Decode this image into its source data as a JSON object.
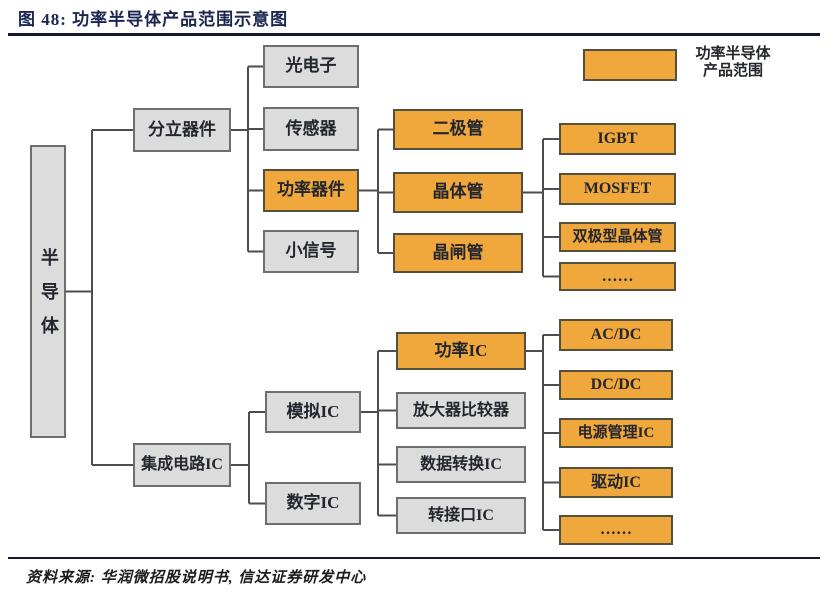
{
  "figure": {
    "title": "图 48: 功率半导体产品范围示意图",
    "source": "资料来源: 华润微招股说明书, 信达证券研发中心"
  },
  "legend": {
    "line1": "功率半导体",
    "line2": "产品范围"
  },
  "colors": {
    "highlight_fill": "#F0A83C",
    "highlight_border": "#54503E",
    "plain_fill": "#DCDCDC",
    "plain_border": "#6E6E6E",
    "connector": "#4D4D4D",
    "title": "#1B2550",
    "rule": "#14192E"
  },
  "nodes": {
    "semiconductor": {
      "label": "半导体",
      "highlighted": false
    },
    "discrete_devices": {
      "label": "分立器件",
      "highlighted": false
    },
    "integrated_circuit": {
      "label": "集成电路IC",
      "highlighted": false
    },
    "optoelectronics": {
      "label": "光电子",
      "highlighted": false
    },
    "sensor": {
      "label": "传感器",
      "highlighted": false
    },
    "power_devices": {
      "label": "功率器件",
      "highlighted": true
    },
    "small_signal": {
      "label": "小信号",
      "highlighted": false
    },
    "diode": {
      "label": "二极管",
      "highlighted": true
    },
    "transistor": {
      "label": "晶体管",
      "highlighted": true
    },
    "thyristor": {
      "label": "晶闸管",
      "highlighted": true
    },
    "igbt": {
      "label": "IGBT",
      "highlighted": true
    },
    "mosfet": {
      "label": "MOSFET",
      "highlighted": true
    },
    "bipolar_transistor": {
      "label": "双极型晶体管",
      "highlighted": true
    },
    "discrete_more": {
      "label": "……",
      "highlighted": true
    },
    "analog_ic": {
      "label": "模拟IC",
      "highlighted": false
    },
    "digital_ic": {
      "label": "数字IC",
      "highlighted": false
    },
    "power_ic": {
      "label": "功率IC",
      "highlighted": true
    },
    "amp_comparator": {
      "label": "放大器比较器",
      "highlighted": false
    },
    "data_converter_ic": {
      "label": "数据转换IC",
      "highlighted": false
    },
    "interface_ic": {
      "label": "转接口IC",
      "highlighted": false
    },
    "ac_dc": {
      "label": "AC/DC",
      "highlighted": true
    },
    "dc_dc": {
      "label": "DC/DC",
      "highlighted": true
    },
    "power_mgmt_ic": {
      "label": "电源管理IC",
      "highlighted": true
    },
    "driver_ic": {
      "label": "驱动IC",
      "highlighted": true
    },
    "ic_more": {
      "label": "……",
      "highlighted": true
    }
  }
}
